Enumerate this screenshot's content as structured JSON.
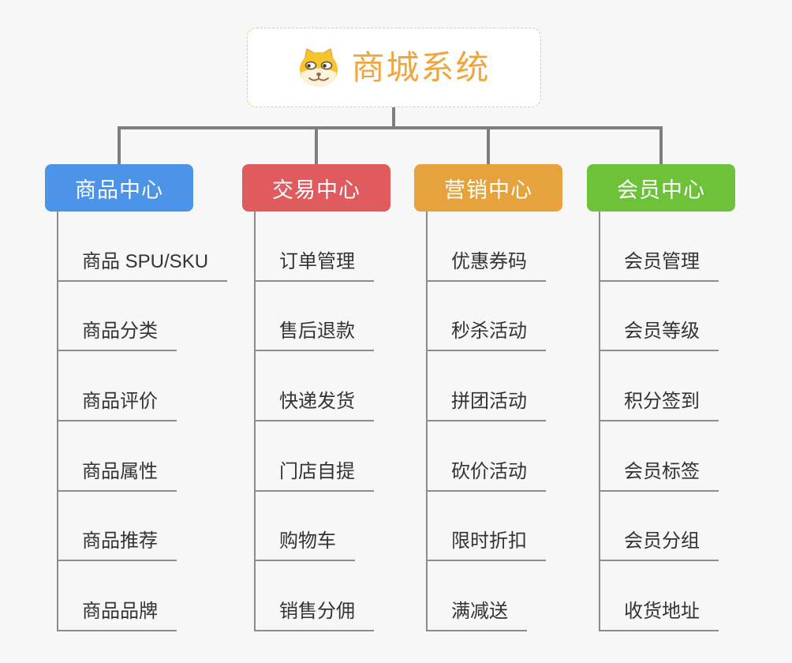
{
  "root": {
    "label": "商城系统",
    "icon": "dog-face",
    "text_color": "#F0A63C",
    "border_color": "#F2C879"
  },
  "branches": [
    {
      "label": "商品中心",
      "color": "#4B94E8",
      "children": [
        "商品 SPU/SKU",
        "商品分类",
        "商品评价",
        "商品属性",
        "商品推荐",
        "商品品牌"
      ]
    },
    {
      "label": "交易中心",
      "color": "#E05B5E",
      "children": [
        "订单管理",
        "售后退款",
        "快递发货",
        "门店自提",
        "购物车",
        "销售分佣"
      ]
    },
    {
      "label": "营销中心",
      "color": "#E6A23C",
      "children": [
        "优惠券码",
        "秒杀活动",
        "拼团活动",
        "砍价活动",
        "限时折扣",
        "满减送"
      ]
    },
    {
      "label": "会员中心",
      "color": "#6EC239",
      "children": [
        "会员管理",
        "会员等级",
        "积分签到",
        "会员标签",
        "会员分组",
        "收货地址"
      ]
    }
  ],
  "colors": {
    "background": "#F7F7F7",
    "connector": "#7E7E7E",
    "leaf_line": "#8C8C8C",
    "leaf_text": "#333333"
  }
}
